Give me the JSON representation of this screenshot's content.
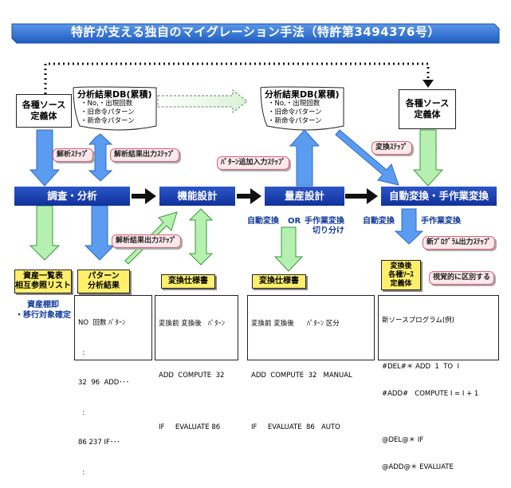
{
  "title": "特許が支える独自のマイグレーション手法（特許第3494376号）",
  "source_def_top_left": [
    "各種ソース",
    "定義体"
  ],
  "source_def_top_right": [
    "各種ソース",
    "定義体"
  ],
  "db_left": {
    "title": "分析結果DB(累積)",
    "items": [
      "・No,・出現回数",
      "・旧命令パターン",
      "・新命令パターン"
    ]
  },
  "db_right": {
    "title": "分析結果DB(累積)",
    "items": [
      "・No,・出現回数",
      "・旧命令パターン",
      "・新命令パターン"
    ]
  },
  "steps": {
    "analysis_step": "解析ｽﾃｯﾌﾟ",
    "result_output_step_1": "解析結果出力ｽﾃｯﾌﾟ",
    "pattern_add_step": "ﾊﾟﾀｰﾝ追加入力ｽﾃｯﾌﾟ",
    "conversion_step": "変換ｽﾃｯﾌﾟ",
    "result_output_step_2": "解析結果出力ｽﾃｯﾌﾟ",
    "new_program_output_step": "新ﾌﾟﾛｸﾞﾗﾑ出力ｽﾃｯﾌﾟ"
  },
  "phases": [
    "調査・分析",
    "機能設計",
    "量産設計",
    "自動変換・手作業変換"
  ],
  "mass_labels": {
    "auto": "自動変換",
    "or": "OR",
    "manual_1": "手作業変換",
    "manual_2": "切り分け"
  },
  "conv_labels": {
    "auto": "自動変換",
    "manual": "手作業変換"
  },
  "asset_box": [
    "資産一覧表",
    "相互参照リスト"
  ],
  "asset_note": [
    "資産棚卸",
    "・移行対象確定"
  ],
  "pattern_box": [
    "パターン",
    "分析結果"
  ],
  "pattern_table": [
    "NO  回数 ﾊﾟﾀｰﾝ",
    "  :",
    "32  96  ADD･･･",
    "  :",
    "86 237 IF･･･",
    "  :"
  ],
  "spec_box_1": "変換仕様書",
  "spec_table_1": [
    "変換前 変換後   ﾊﾟﾀｰﾝ",
    "",
    "ADD  COMPUTE  32",
    "",
    "IF     EVALUATE 86"
  ],
  "spec_box_2": "変換仕様書",
  "spec_table_2": [
    "変換前 変換後      ﾊﾟﾀｰﾝ 区分",
    "",
    "ADD  COMPUTE  32   MANUAL",
    "",
    "IF     EVALUATE  86   AUTO"
  ],
  "converted_box": [
    "変換後",
    "各種ｿｰｽ",
    "定義体"
  ],
  "visual_note": "視覚的に区別する",
  "new_source_table": [
    "新ソースプログラム(例)",
    "",
    "#DEL#＊ ADD  1  TO  I",
    "#ADD#   COMPUTE I = I + 1",
    "",
    "@DEL@＊ IF",
    "@ADD@＊ EVALUATE"
  ],
  "colors": {
    "title_bar": "#2c6fd0",
    "phase": "#1a3fb0",
    "blue_arrow": "#5b9bf0",
    "green_arrow": "#b6f0b0",
    "step_bg": "#fde9ec",
    "yellow": "#ffef6b"
  }
}
